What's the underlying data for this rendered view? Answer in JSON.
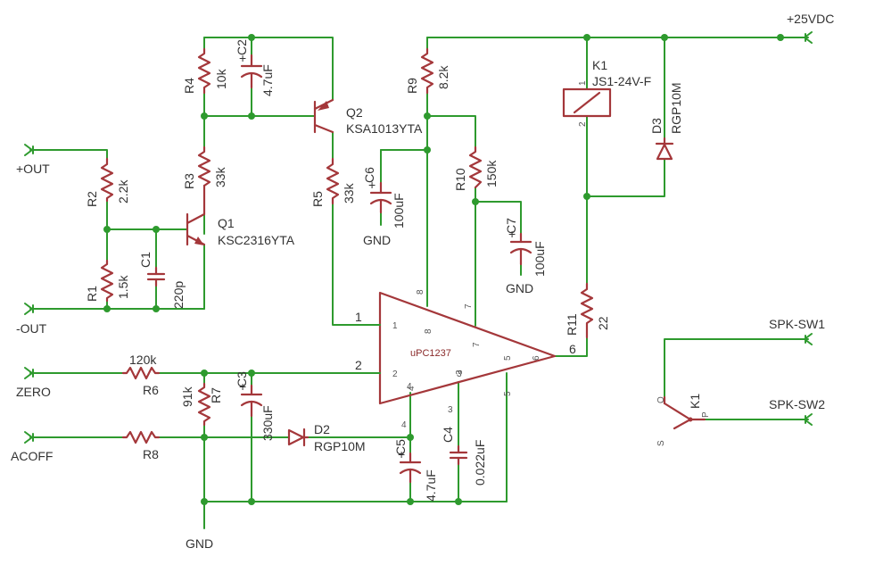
{
  "nets": {
    "vdd": "+25VDC",
    "plus_out": "+OUT",
    "minus_out": "-OUT",
    "zero": "ZERO",
    "acoff": "ACOFF",
    "spk_sw1": "SPK-SW1",
    "spk_sw2": "SPK-SW2",
    "gnd_c6": "GND",
    "gnd_c7": "GND",
    "gnd_main": "GND"
  },
  "components": {
    "r1": {
      "ref": "R1",
      "value": "1.5k"
    },
    "r2": {
      "ref": "R2",
      "value": "2.2k"
    },
    "r3": {
      "ref": "R3",
      "value": "33k"
    },
    "r4": {
      "ref": "R4",
      "value": "10k"
    },
    "r5": {
      "ref": "R5",
      "value": "33k"
    },
    "r6": {
      "ref": "R6",
      "value": "120k"
    },
    "r7": {
      "ref": "R7",
      "value": "91k"
    },
    "r8": {
      "ref": "R8"
    },
    "r9": {
      "ref": "R9",
      "value": "8.2k"
    },
    "r10": {
      "ref": "R10",
      "value": "150k"
    },
    "r11": {
      "ref": "R11",
      "value": "22"
    },
    "c1": {
      "ref": "C1",
      "value": "220p"
    },
    "c2": {
      "ref": "C2",
      "value": "4.7uF"
    },
    "c3": {
      "ref": "C3",
      "value": "330uF"
    },
    "c4": {
      "ref": "C4",
      "value": "0.022uF"
    },
    "c5": {
      "ref": "C5",
      "value": "4.7uF"
    },
    "c6": {
      "ref": "C6",
      "value": "100uF"
    },
    "c7": {
      "ref": "C7",
      "value": "100uF"
    },
    "q1": {
      "ref": "Q1",
      "value": "KSC2316YTA"
    },
    "q2": {
      "ref": "Q2",
      "value": "KSA1013YTA"
    },
    "d2": {
      "ref": "D2",
      "value": "RGP10M"
    },
    "d3": {
      "ref": "D3",
      "value": "RGP10M"
    },
    "k1": {
      "ref": "K1",
      "value": "JS1-24V-F"
    },
    "k1_switch": {
      "ref": "K1"
    },
    "ic": {
      "value": "uPC1237"
    }
  },
  "pins": {
    "ic_outside": [
      "1",
      "2",
      "4",
      "3",
      "5",
      "6",
      "7",
      "8"
    ],
    "ic_inside": [
      "1",
      "2",
      "8",
      "7",
      "3",
      "4",
      "5",
      "6"
    ],
    "relay_coil": [
      "1",
      "2"
    ],
    "relay_switch": [
      "O",
      "P",
      "S"
    ],
    "c5_pin": "4",
    "c4_pin": "3"
  },
  "polarity": {
    "plus": "+"
  }
}
